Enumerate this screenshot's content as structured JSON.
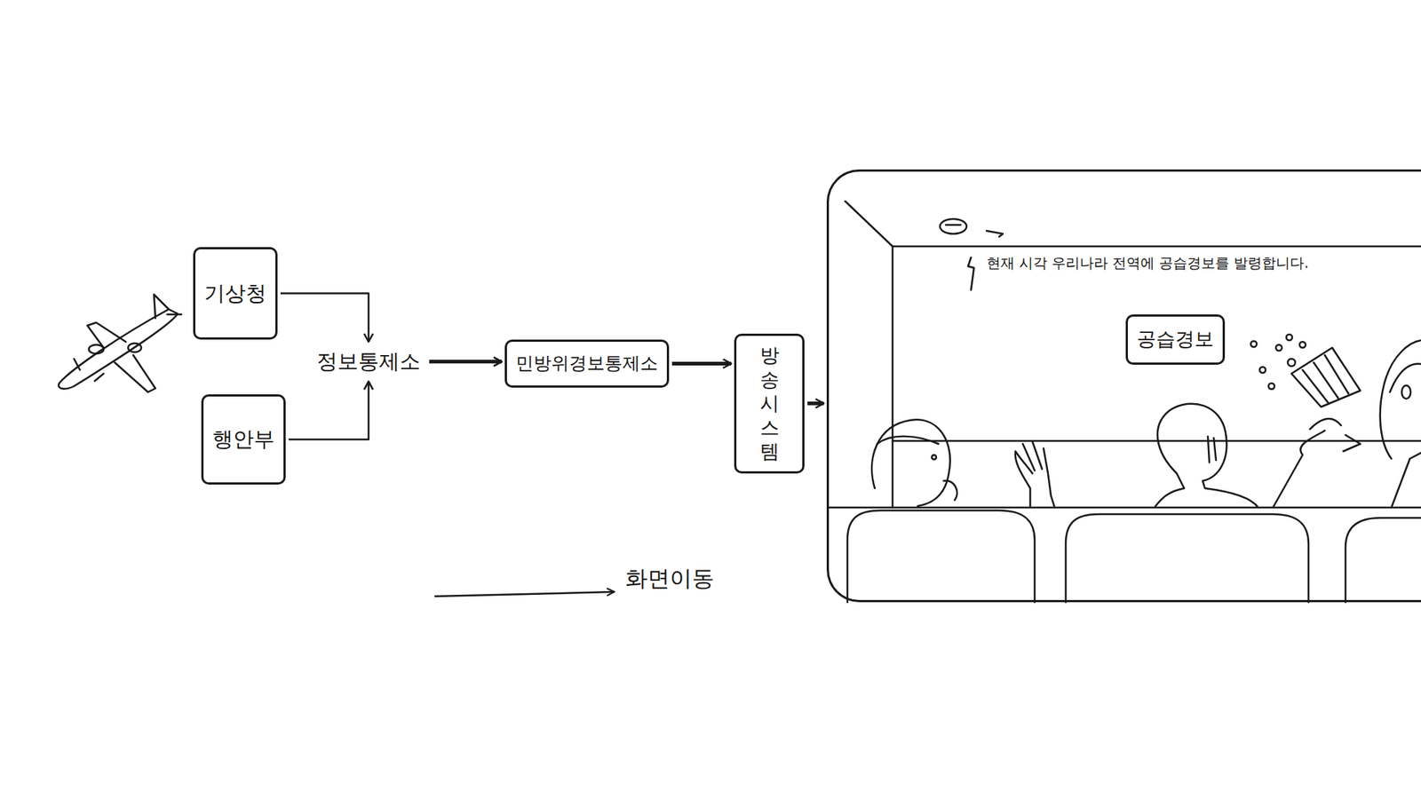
{
  "diagram": {
    "nodes": [
      {
        "text": [
          "기상청"
        ]
      },
      {
        "text": [
          "행안부"
        ]
      },
      {
        "text": [
          "정보통제소"
        ]
      },
      {
        "text": [
          "민방위경보통제소"
        ]
      },
      {
        "text": [
          "방송 시스템"
        ]
      },
      {
        "text": [
          "현재 시각 우리나라 전역에 공습경보를 발령합니다."
        ]
      },
      {
        "text": [
          "공습경보"
        ],
        "in": 5
      }
    ],
    "edges": [
      {
        "from": 0,
        "to": 2,
        "arrow": "to"
      },
      {
        "from": 1,
        "to": 2,
        "arrow": "to"
      },
      {
        "from": 2,
        "to": 3,
        "arrow": "to"
      },
      {
        "from": 3,
        "to": 4,
        "arrow": "to"
      },
      {
        "from": 4,
        "to": 5,
        "arrow": "to"
      }
    ],
    "labels": [
      "화면이동"
    ]
  }
}
